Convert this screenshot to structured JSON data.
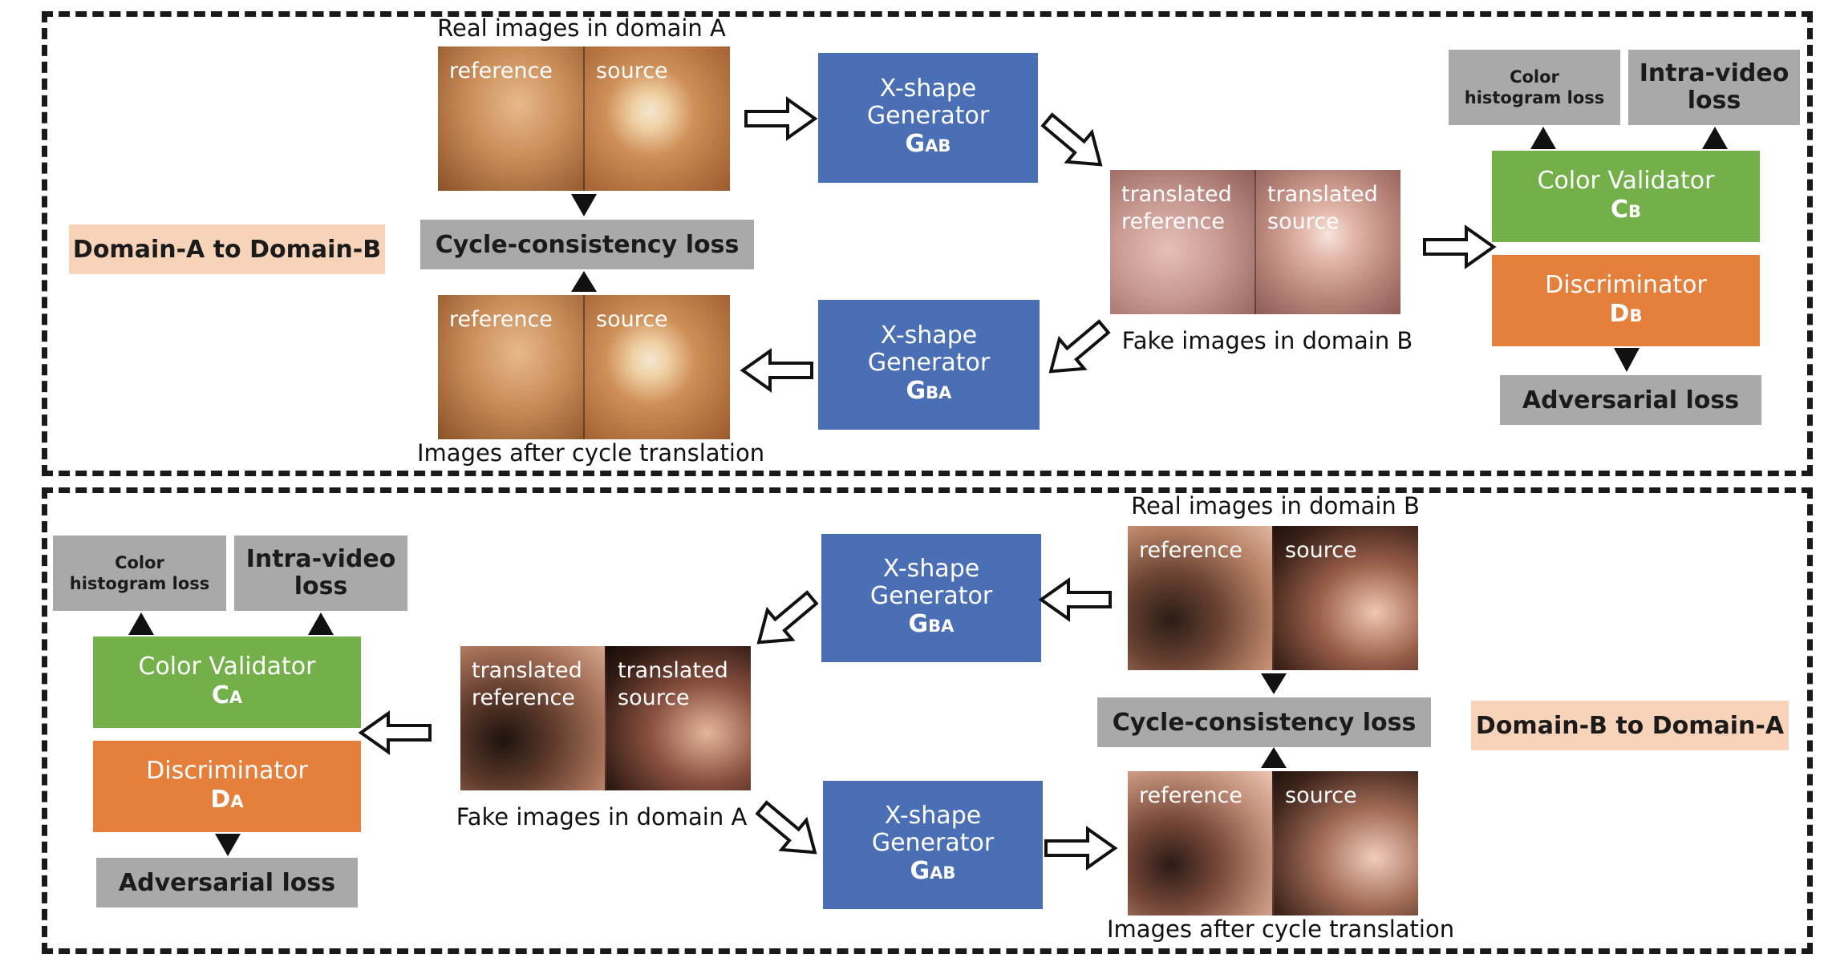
{
  "top_panel": {
    "domain_tag": "Domain-A to Domain-B",
    "real_images_caption": "Real images in domain A",
    "real_images": {
      "left_label": "reference",
      "right_label": "source"
    },
    "cycle_loss": "Cycle-consistency loss",
    "cycle_images": {
      "left_label": "reference",
      "right_label": "source"
    },
    "cycle_images_caption": "Images after cycle translation",
    "gen_ab": {
      "line1": "X-shape",
      "line2": "Generator",
      "symbol": "G",
      "subscript": "AB"
    },
    "gen_ba": {
      "line1": "X-shape",
      "line2": "Generator",
      "symbol": "G",
      "subscript": "BA"
    },
    "fake_images": {
      "left_label": "translated\nreference",
      "right_label": "translated\nsource"
    },
    "fake_images_caption": "Fake images in domain B",
    "color_hist_loss": "Color\nhistogram loss",
    "intra_video_loss": "Intra-video\nloss",
    "validator": {
      "label": "Color Validator",
      "symbol": "C",
      "subscript": "B"
    },
    "discriminator": {
      "label": "Discriminator",
      "symbol": "D",
      "subscript": "B"
    },
    "adversarial_loss": "Adversarial loss"
  },
  "bottom_panel": {
    "domain_tag": "Domain-B to Domain-A",
    "real_images_caption": "Real images in domain B",
    "real_images": {
      "left_label": "reference",
      "right_label": "source"
    },
    "cycle_loss": "Cycle-consistency loss",
    "cycle_images": {
      "left_label": "reference",
      "right_label": "source"
    },
    "cycle_images_caption": "Images after cycle translation",
    "gen_ba": {
      "line1": "X-shape",
      "line2": "Generator",
      "symbol": "G",
      "subscript": "BA"
    },
    "gen_ab": {
      "line1": "X-shape",
      "line2": "Generator",
      "symbol": "G",
      "subscript": "AB"
    },
    "fake_images": {
      "left_label": "translated\nreference",
      "right_label": "translated\nsource"
    },
    "fake_images_caption": "Fake images in domain A",
    "color_hist_loss": "Color\nhistogram loss",
    "intra_video_loss": "Intra-video\nloss",
    "validator": {
      "label": "Color Validator",
      "symbol": "C",
      "subscript": "A"
    },
    "discriminator": {
      "label": "Discriminator",
      "symbol": "D",
      "subscript": "A"
    },
    "adversarial_loss": "Adversarial loss"
  },
  "colors": {
    "generator": "#4a6fb5",
    "validator": "#74b04a",
    "discriminator": "#e47f3c",
    "loss_box": "#a9a9a9",
    "domain_tag": "#f7d3b9"
  }
}
